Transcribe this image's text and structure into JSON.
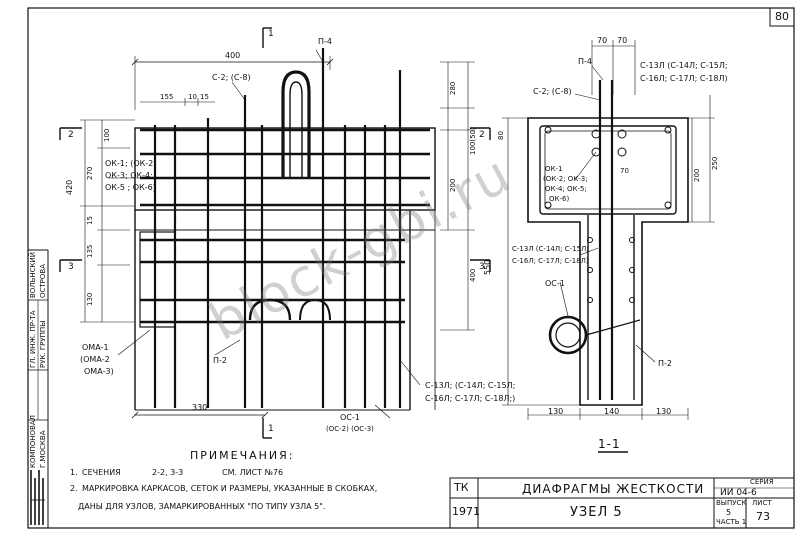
{
  "sheet": {
    "page_number": "80",
    "series_label": "СЕРИЯ",
    "series_value": "ИИ 04-6",
    "issue_label": "ВЫПУСК",
    "issue_value": "5",
    "part_label": "ЧАСТЬ 1",
    "leaf_label": "ЛИСТ",
    "leaf_value": "73",
    "tk_label": "ТК",
    "year": "1971",
    "title": "ДИАФРАГМЫ ЖЕСТКОСТИ",
    "subtitle": "УЗЕЛ 5"
  },
  "notes": {
    "heading": "ПРИМЕЧАНИЯ:",
    "note1_num": "1.",
    "note1_text": "СЕЧЕНИЯ",
    "note1_sections": "2-2,   3-3",
    "note1_ref": "СМ. ЛИСТ №76",
    "note2_num": "2.",
    "note2_line1": "МАРКИРОВКА  КАРКАСОВ, СЕТОК И РАЗМЕРЫ, УКАЗАННЫЕ В СКОБКАХ,",
    "note2_line2": "ДАНЫ ДЛЯ УЗЛОВ, ЗАМАРКИРОВАННЫХ \"ПО ТИПУ УЗЛА 5\"."
  },
  "stamp": {
    "col1": "ГЛ. ИНЖ. ПР-ТА",
    "col2": "РУК. ГРУППЫ",
    "name1": "ВОЛЬНСКИЙ",
    "name2": "ОСТРОВА",
    "comp1": "КОМПОНОВАЛ",
    "comp2": "Г.МОСКВА"
  },
  "plan_view": {
    "dim_top": "400",
    "dim_155": "155",
    "dim_10": "10",
    "dim_15": "15",
    "label_c2": "С-2; (С-8)",
    "label_p4": "П-4",
    "label_ok": "ОК-1; (ОК-2",
    "label_ok2": "ОК-3; ОК-4;",
    "label_ok3": "ОК-5 ; ОК-6)",
    "dim_100": "100",
    "dim_270": "270",
    "dim_420": "420",
    "dim_15b": "15",
    "dim_135": "135",
    "dim_130": "130",
    "dim_280": "280",
    "dim_100_50": "100(50)",
    "dim_200": "200",
    "dim_400": "400",
    "label_oma1": "ОМА-1",
    "label_oma2": "(ОМА-2",
    "label_oma3": "ОМА-3)",
    "label_p2": "П-2",
    "dim_330": "330",
    "label_c13": "С-13Л; (С-14Л; С-15Л;",
    "label_c16": "С-16Л; С-17Л; С-18Л;)",
    "label_oc1": "ОС-1",
    "label_oc2": "(ОС-2) (ОС-3)",
    "section_2": "2",
    "section_3": "3",
    "section_1": "1"
  },
  "section_view": {
    "title": "1-1",
    "dim_70a": "70",
    "dim_70b": "70",
    "label_p4": "П-4",
    "label_c2": "С-2; (С-8)",
    "label_c13_top1": "С-13Л (С-14Л; С-15Л;",
    "label_c13_top2": "С-16Л; С-17Л; С-18Л)",
    "dim_80": "80",
    "dim_200": "200",
    "dim_250": "250",
    "label_ok1": "ОК-1",
    "label_ok2": "(ОК-2; ОК-3;",
    "label_ok3": "ОК-4; ОК-5;",
    "label_ok4": "ОК-6)",
    "dim_550": "550",
    "label_c13_mid1": "С-13Л (С-14Л; С-15Л;",
    "label_c13_mid2": "С-16Л; С-17Л; С-18Л)",
    "label_oc1": "ОС-1",
    "label_p2": "П-2",
    "dim_130a": "130",
    "dim_140": "140",
    "dim_130b": "130",
    "dim_70c": "70"
  },
  "watermark": "block-gbi.ru"
}
